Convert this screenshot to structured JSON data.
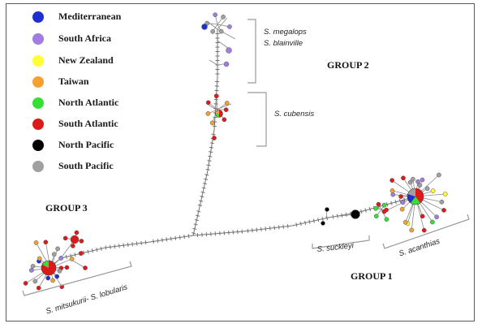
{
  "legend": [
    {
      "label": "Mediterranean",
      "color": "#1f2fd0"
    },
    {
      "label": "South Africa",
      "color": "#a07ee0"
    },
    {
      "label": "New Zealand",
      "color": "#ffff33"
    },
    {
      "label": "Taiwan",
      "color": "#f5a030"
    },
    {
      "label": "North Atlantic",
      "color": "#33e033"
    },
    {
      "label": "South Atlantic",
      "color": "#dd1a1a"
    },
    {
      "label": "North Pacific",
      "color": "#000000"
    },
    {
      "label": "South Pacific",
      "color": "#a0a0a0"
    }
  ],
  "groups": {
    "group1": "GROUP 1",
    "group2": "GROUP 2",
    "group3": "GROUP 3"
  },
  "species": {
    "megalops": "S. megalops",
    "blainville": "S. blainville",
    "cubensis": "S. cubensis",
    "suckleyi": "S. suckleyi",
    "acanthias": "S. acanthias",
    "mitsukurii": "S. mitsukurii- S. lobularis"
  }
}
